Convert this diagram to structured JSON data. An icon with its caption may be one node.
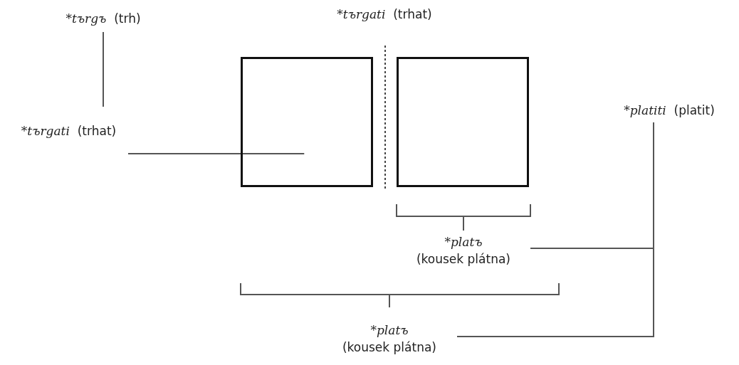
{
  "diagram": {
    "nodes": [
      {
        "text": [
          "*tъrgъ (trh)"
        ]
      },
      {
        "text": [],
        "shape": "box"
      },
      {
        "text": [],
        "shape": "box"
      },
      {
        "text": [
          "*tъrgati (trhat)"
        ]
      },
      {
        "text": [
          "*platiti (platit)"
        ]
      },
      {
        "text": [
          "*platъ (kousek plátna)"
        ]
      },
      {
        "text": [
          "*platъ (kousek plátna)"
        ]
      }
    ],
    "edges": [
      {
        "from": 0,
        "to": 3,
        "arrow": "none"
      },
      {
        "from": 3,
        "to": 1,
        "arrow": "none"
      },
      {
        "from": 5,
        "to": 4,
        "arrow": "none"
      },
      {
        "from": 6,
        "to": 4,
        "arrow": "none"
      }
    ],
    "labels": [
      "*tъrgati (trhat)"
    ]
  }
}
